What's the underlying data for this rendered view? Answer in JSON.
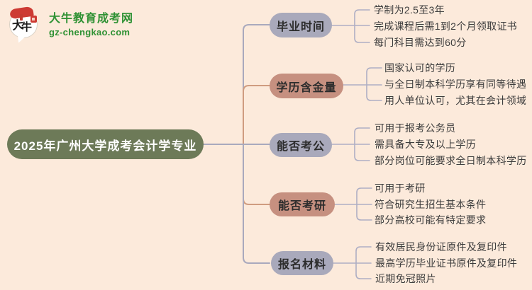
{
  "logo": {
    "site_name": "大牛教育成考网",
    "site_url": "gz-chengkao.com",
    "icon_char_1": "大",
    "icon_char_2": "牛",
    "brand_green": "#2e9133",
    "brand_red": "#cd3a33"
  },
  "center": {
    "label": "2025年广州大学成考会计学专业",
    "bg": "#6d7a58"
  },
  "colors": {
    "background": "#fceadb",
    "node_purple": "#a9a9bb",
    "node_tan": "#c69080",
    "line_gray": "#a9a9bd",
    "line_tan": "#cf9c80",
    "bracket_gray": "#aeaec4",
    "leaf_text": "#3c3c3c",
    "node_text": "#2d2d2d"
  },
  "branches": [
    {
      "label": "毕业时间",
      "tone": "purple",
      "leaves": [
        "学制为2.5至3年",
        "完成课程后需1到2个月领取证书",
        "每门科目需达到60分"
      ]
    },
    {
      "label": "学历含金量",
      "tone": "tan",
      "leaves": [
        "国家认可的学历",
        "与全日制本科学历享有同等待遇",
        "用人单位认可，尤其在会计领域"
      ]
    },
    {
      "label": "能否考公",
      "tone": "purple",
      "leaves": [
        "可用于报考公务员",
        "需具备大专及以上学历",
        "部分岗位可能要求全日制本科学历"
      ]
    },
    {
      "label": "能否考研",
      "tone": "tan",
      "leaves": [
        "可用于考研",
        "符合研究生招生基本条件",
        "部分高校可能有特定要求"
      ]
    },
    {
      "label": "报名材料",
      "tone": "purple",
      "leaves": [
        "有效居民身份证原件及复印件",
        "最高学历毕业证书原件及复印件",
        "近期免冠照片"
      ]
    }
  ]
}
